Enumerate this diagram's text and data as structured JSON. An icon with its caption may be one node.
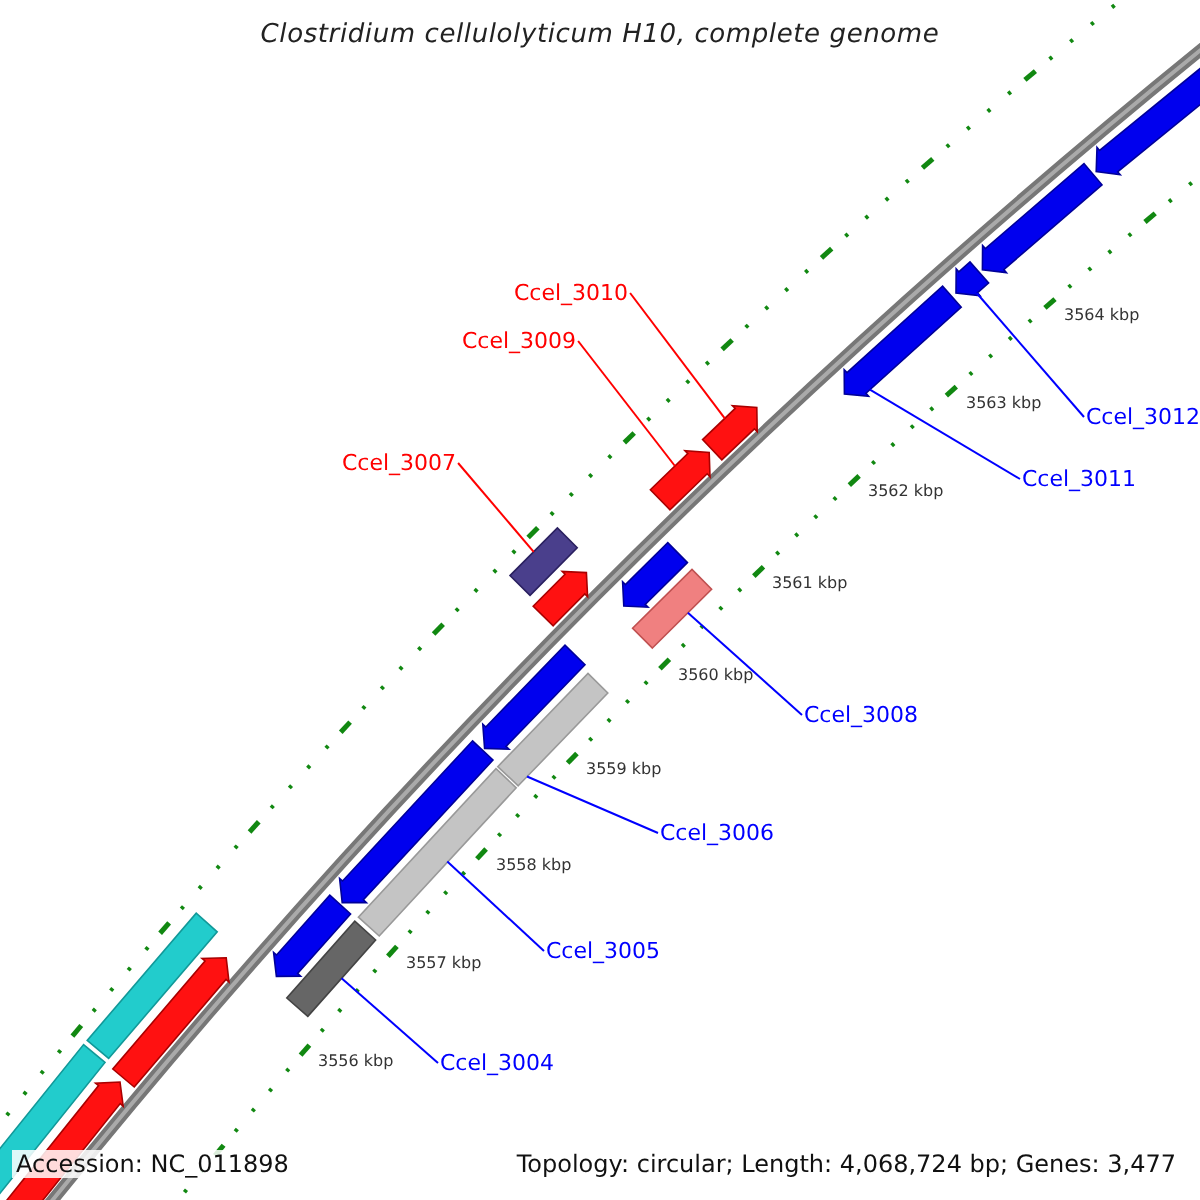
{
  "diagram": {
    "title": "Clostridium cellulolyticum H10, complete genome",
    "nodes": [
      {
        "text": [
          "Ccel_3010"
        ]
      },
      {
        "text": [
          "Ccel_3009"
        ]
      },
      {
        "text": [
          "Ccel_3012"
        ]
      },
      {
        "text": [
          "Ccel_3007"
        ]
      },
      {
        "text": [
          "Ccel_3011"
        ]
      },
      {
        "text": [
          "Ccel_3008"
        ]
      },
      {
        "text": [
          "Ccel_3006"
        ]
      },
      {
        "text": [
          "Ccel_3005"
        ]
      },
      {
        "text": [
          "Ccel_3004"
        ]
      },
      {
        "text": [],
        "shape": "bar"
      },
      {
        "text": [],
        "shape": "arrow"
      },
      {
        "text": [],
        "shape": "arrow"
      },
      {
        "text": [],
        "shape": "bar"
      },
      {
        "text": [],
        "shape": "bar"
      },
      {
        "text": [],
        "shape": "arrow"
      },
      {
        "text": [],
        "shape": "bar"
      },
      {
        "text": [],
        "shape": "arrow"
      },
      {
        "text": [],
        "shape": "bar"
      },
      {
        "text": [],
        "shape": "arrow"
      },
      {
        "text": [],
        "shape": "arrow"
      },
      {
        "text": [],
        "shape": "bar"
      },
      {
        "text": [],
        "shape": "bar"
      },
      {
        "text": [],
        "shape": "arrow"
      },
      {
        "text": [],
        "shape": "arrow"
      },
      {
        "text": [],
        "shape": "arrow"
      },
      {
        "text": [],
        "shape": "arrow"
      },
      {
        "text": [],
        "shape": "arrow"
      },
      {
        "text": [],
        "shape": "arrow"
      },
      {
        "text": [],
        "shape": "arrow"
      }
    ],
    "edges": [
      {
        "from": 0,
        "to": 24,
        "arrow": "none",
        "color": "#ff0000"
      },
      {
        "from": 1,
        "to": 23,
        "arrow": "none",
        "color": "#ff0000"
      },
      {
        "from": 2,
        "to": 26,
        "arrow": "none"
      },
      {
        "from": 3,
        "to": 20,
        "arrow": "none",
        "color": "#ff0000"
      },
      {
        "from": 4,
        "to": 25,
        "arrow": "none"
      },
      {
        "from": 5,
        "to": 21,
        "arrow": "none"
      },
      {
        "from": 6,
        "to": 17,
        "arrow": "none"
      },
      {
        "from": 7,
        "to": 15,
        "arrow": "none"
      },
      {
        "from": 8,
        "to": 13,
        "arrow": "none"
      }
    ],
    "labels": [
      "3564 kbp",
      "3563 kbp",
      "3562 kbp",
      "3561 kbp",
      "3560 kbp",
      "3559 kbp",
      "3558 kbp",
      "3557 kbp",
      "3556 kbp",
      "Accession: NC_011898",
      "Topology: circular; Length: 4,068,724 bp; Genes: 3,477"
    ]
  }
}
